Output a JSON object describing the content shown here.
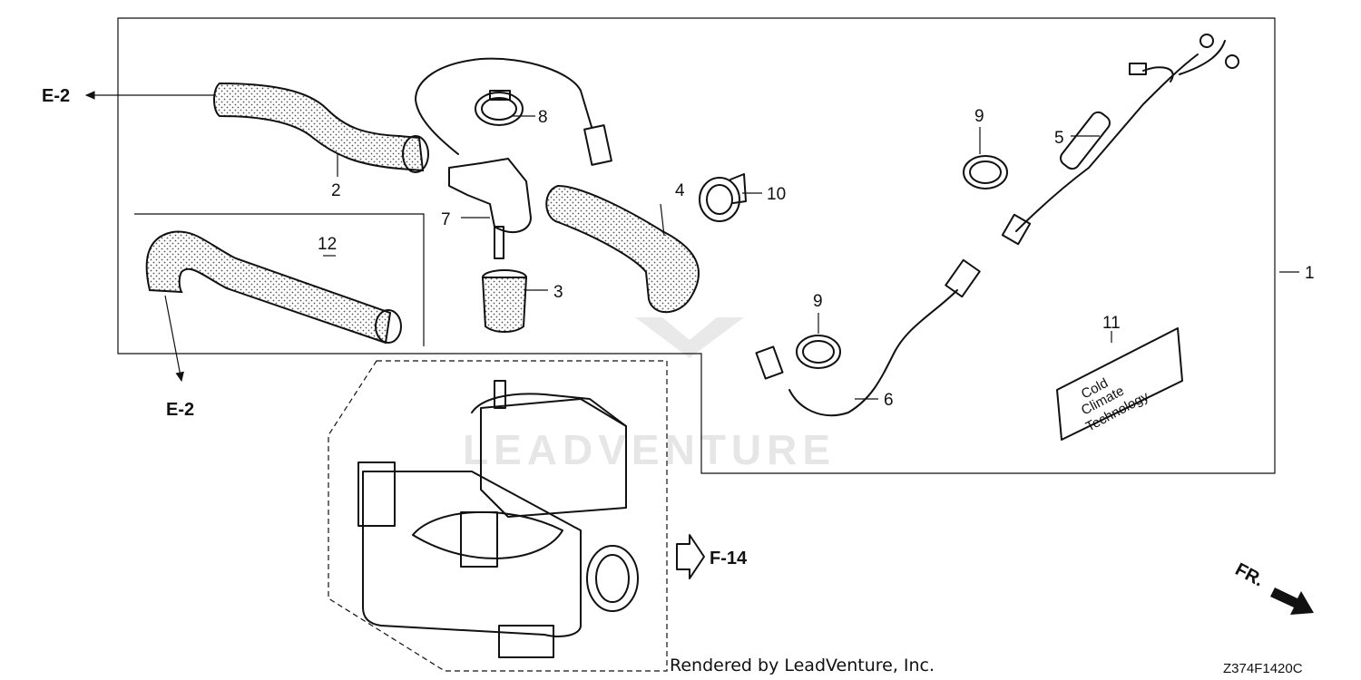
{
  "diagram": {
    "callouts": [
      "1",
      "2",
      "3",
      "4",
      "5",
      "6",
      "7",
      "8",
      "9",
      "9",
      "10",
      "11",
      "12"
    ],
    "references": {
      "e2_top": "E-2",
      "e2_bottom": "E-2",
      "f14": "F-14",
      "fr": "FR."
    },
    "decal_text": [
      "Cold",
      "Climate",
      "Technology"
    ],
    "watermark_brand": "LEADVENTURE",
    "footer_credit": "Rendered by LeadVenture, Inc.",
    "diagram_code": "Z374F1420C"
  }
}
